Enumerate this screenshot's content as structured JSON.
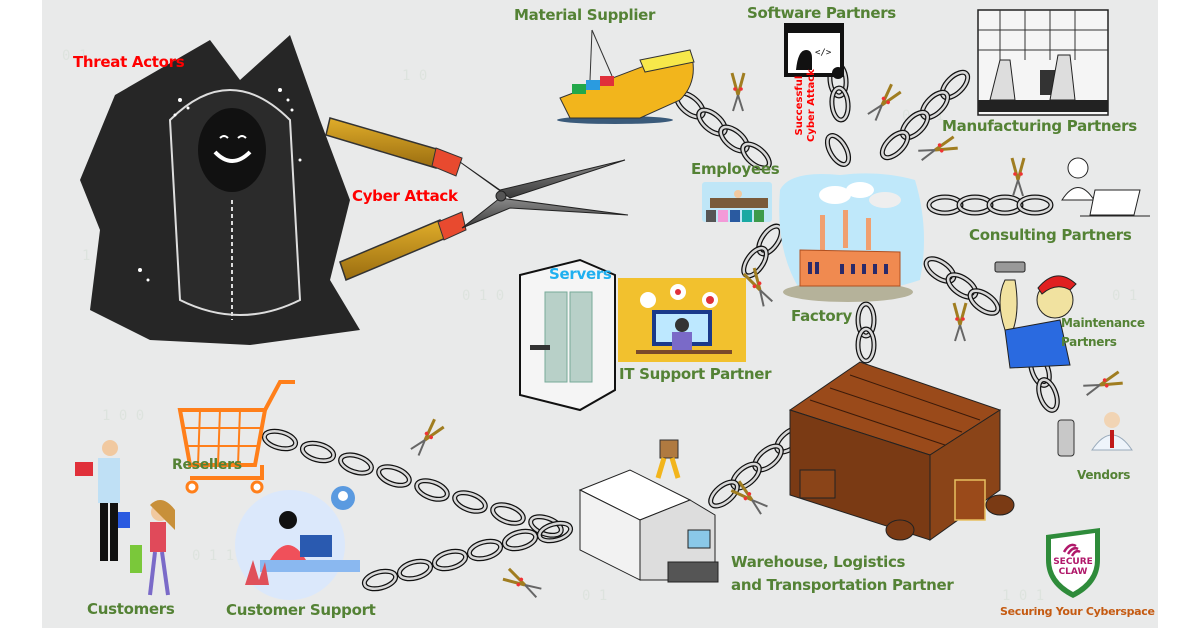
{
  "labels": {
    "threat_actors": "Threat Actors",
    "cyber_attack": "Cyber Attack",
    "material_supplier": "Material Supplier",
    "software_partners": "Software Partners",
    "successful_attack_line1": "Successful",
    "successful_attack_line2": "Cyber Attack",
    "manufacturing_partners": "Manufacturing Partners",
    "employees": "Employees",
    "consulting_partners": "Consulting Partners",
    "servers": "Servers",
    "it_support_partner": "IT Support Partner",
    "factory": "Factory",
    "maintenance_partners_line1": "Maintenance",
    "maintenance_partners_line2": "Partners",
    "vendors": "Vendors",
    "resellers": "Resellers",
    "customers": "Customers",
    "customer_support": "Customer Support",
    "warehouse_line1": "Warehouse, Logistics",
    "warehouse_line2": "and Transportation Partner"
  },
  "logo": {
    "line1": "SECURE",
    "line2": "CLAW",
    "tagline": "Securing Your Cyberspace"
  },
  "colors": {
    "label_green": "#548235",
    "attack_red": "#ff0000",
    "servers_blue": "#1fb0f0",
    "tagline_orange": "#c55a11",
    "logo_shield_green": "#2e8b3a",
    "logo_text_magenta": "#b0186a",
    "background_gray": "#e9eaea"
  }
}
